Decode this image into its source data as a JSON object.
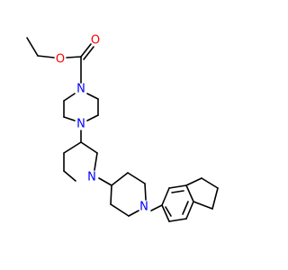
{
  "molecule": {
    "background": "#ffffff",
    "bond_color": "#000000",
    "atoms": [
      {
        "id": "O_carbonyl",
        "label": "O",
        "color": "#ff0000"
      },
      {
        "id": "O_ester",
        "label": "O",
        "color": "#ff0000"
      },
      {
        "id": "N_piperazine_top",
        "label": "N",
        "color": "#0000ff"
      },
      {
        "id": "N_piperazine_bottom",
        "label": "N",
        "color": "#0000ff"
      },
      {
        "id": "N_piperidine_1",
        "label": "N",
        "color": "#0000ff"
      },
      {
        "id": "N_piperidine_2",
        "label": "N",
        "color": "#0000ff"
      }
    ]
  }
}
